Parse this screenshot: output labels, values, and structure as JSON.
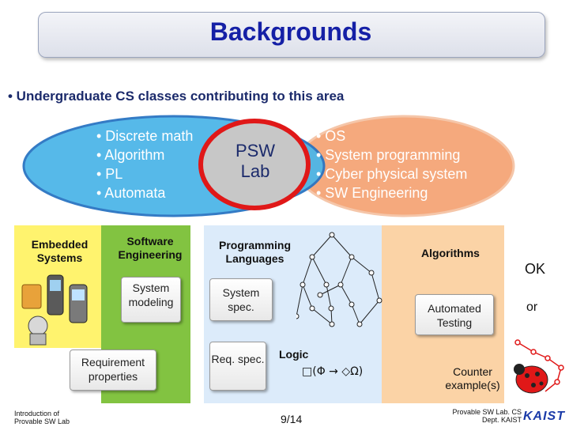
{
  "title": "Backgrounds",
  "bullet": "•  Undergraduate CS classes contributing to this area",
  "blue_ellipse": [
    "• Discrete math",
    "• Algorithm",
    "• PL",
    "• Automata"
  ],
  "red_ellipse": [
    "PSW",
    "Lab"
  ],
  "orange_ellipse": [
    "• OS",
    "• System programming",
    "• Cyber physical system",
    "• SW Engineering"
  ],
  "columns": {
    "embedded": "Embedded Systems",
    "sw_eng": "Software Engineering",
    "pl": "Programming Languages",
    "algorithms": "Algorithms"
  },
  "boxes": {
    "system_modeling": "System modeling",
    "requirement_properties": "Requirement properties",
    "system_spec": "System spec.",
    "req_spec": "Req. spec.",
    "automated_testing": "Automated Testing"
  },
  "logic": {
    "label": "Logic",
    "formula": "□(Φ → ◇Ω)"
  },
  "side": {
    "ok": "OK",
    "or": "or",
    "counter": "Counter example(s)"
  },
  "footer": {
    "left": "Introduction of Provable SW Lab",
    "page": "9/14",
    "right": "Provable SW Lab. CS Dept. KAIST",
    "logo": "KAIST"
  },
  "colors": {
    "title_text": "#1520a6",
    "blue_ellipse": "#4db6e8",
    "red_ring": "#e01818",
    "orange_ellipse": "#f4a070",
    "green_panel": "#82c341",
    "yellow_panel": "#fff36e",
    "blue_panel": "#dcebfa",
    "orange_panel": "#fbd3a6"
  }
}
